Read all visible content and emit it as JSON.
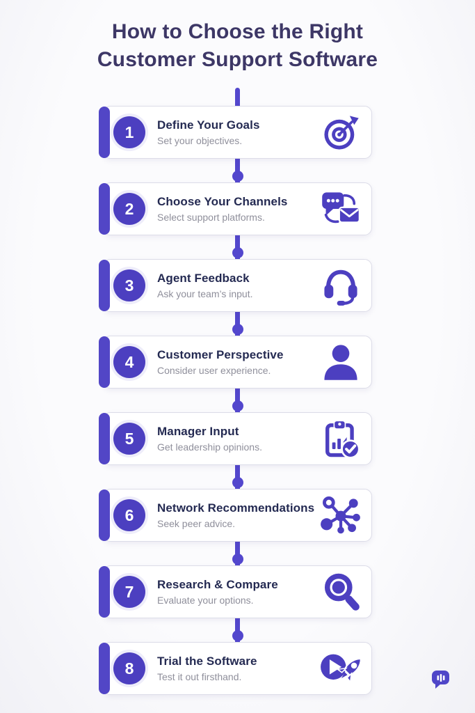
{
  "page": {
    "title_line1": "How to Choose the Right",
    "title_line2": "Customer Support Software"
  },
  "colors": {
    "primary_purple": "#4c3fc0",
    "timeline_purple": "#5347cd",
    "heading_navy": "#3d3766",
    "card_title_navy": "#242a52",
    "subtitle_gray": "#8f8f9b",
    "card_border": "#dcdce8",
    "card_background": "#ffffff",
    "page_background": "#f8f8fb"
  },
  "steps": [
    {
      "number": "1",
      "title": "Define Your Goals",
      "subtitle": "Set your objectives.",
      "icon": "target-dart-icon"
    },
    {
      "number": "2",
      "title": "Choose Your Channels",
      "subtitle": "Select support platforms.",
      "icon": "chat-envelope-icon"
    },
    {
      "number": "3",
      "title": "Agent Feedback",
      "subtitle": "Ask your team’s input.",
      "icon": "headset-icon"
    },
    {
      "number": "4",
      "title": "Customer Perspective",
      "subtitle": "Consider user experience.",
      "icon": "person-icon"
    },
    {
      "number": "5",
      "title": "Manager Input",
      "subtitle": "Get leadership opinions.",
      "icon": "clipboard-chart-check-icon"
    },
    {
      "number": "6",
      "title": "Network Recommendations",
      "subtitle": "Seek peer advice.",
      "icon": "network-nodes-icon"
    },
    {
      "number": "7",
      "title": "Research & Compare",
      "subtitle": "Evaluate your options.",
      "icon": "magnifier-icon"
    },
    {
      "number": "8",
      "title": "Trial the Software",
      "subtitle": "Test it out firsthand.",
      "icon": "play-rocket-icon"
    }
  ],
  "footer": {
    "logo": "chat-bubble-equalizer-logo"
  }
}
